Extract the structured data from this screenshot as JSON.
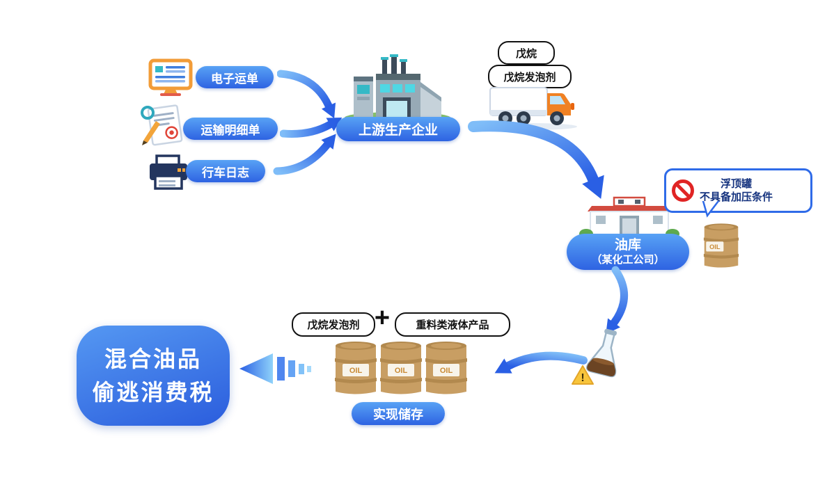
{
  "colors": {
    "accent_blue": "#2e63e2",
    "arrow_blue": "#2a5fe4",
    "tag_border": "#111111",
    "bubble_border": "#2f6be8",
    "prohibition_red": "#e02424",
    "barrel_tan": "#c89e63",
    "warning_yellow": "#f8c53c"
  },
  "docs": {
    "items": [
      {
        "label": "电子运单"
      },
      {
        "label": "运输明细单"
      },
      {
        "label": "行车日志"
      }
    ]
  },
  "factory": {
    "label": "上游生产企业"
  },
  "truck": {
    "tag1": "戊烷",
    "tag2": "戊烷发泡剂"
  },
  "depot": {
    "line1": "油库",
    "line2": "（某化工公司）"
  },
  "bubble": {
    "line1": "浮顶罐",
    "line2": "不具备加压条件"
  },
  "mix": {
    "tag_left": "戊烷发泡剂",
    "plus": "+",
    "tag_right": "重料类液体产品"
  },
  "barrel": {
    "text": "OIL"
  },
  "storage": {
    "label": "实现储存"
  },
  "result": {
    "line1": "混合油品",
    "line2": "偷逃消费税"
  },
  "warning": {
    "mark": "!"
  }
}
